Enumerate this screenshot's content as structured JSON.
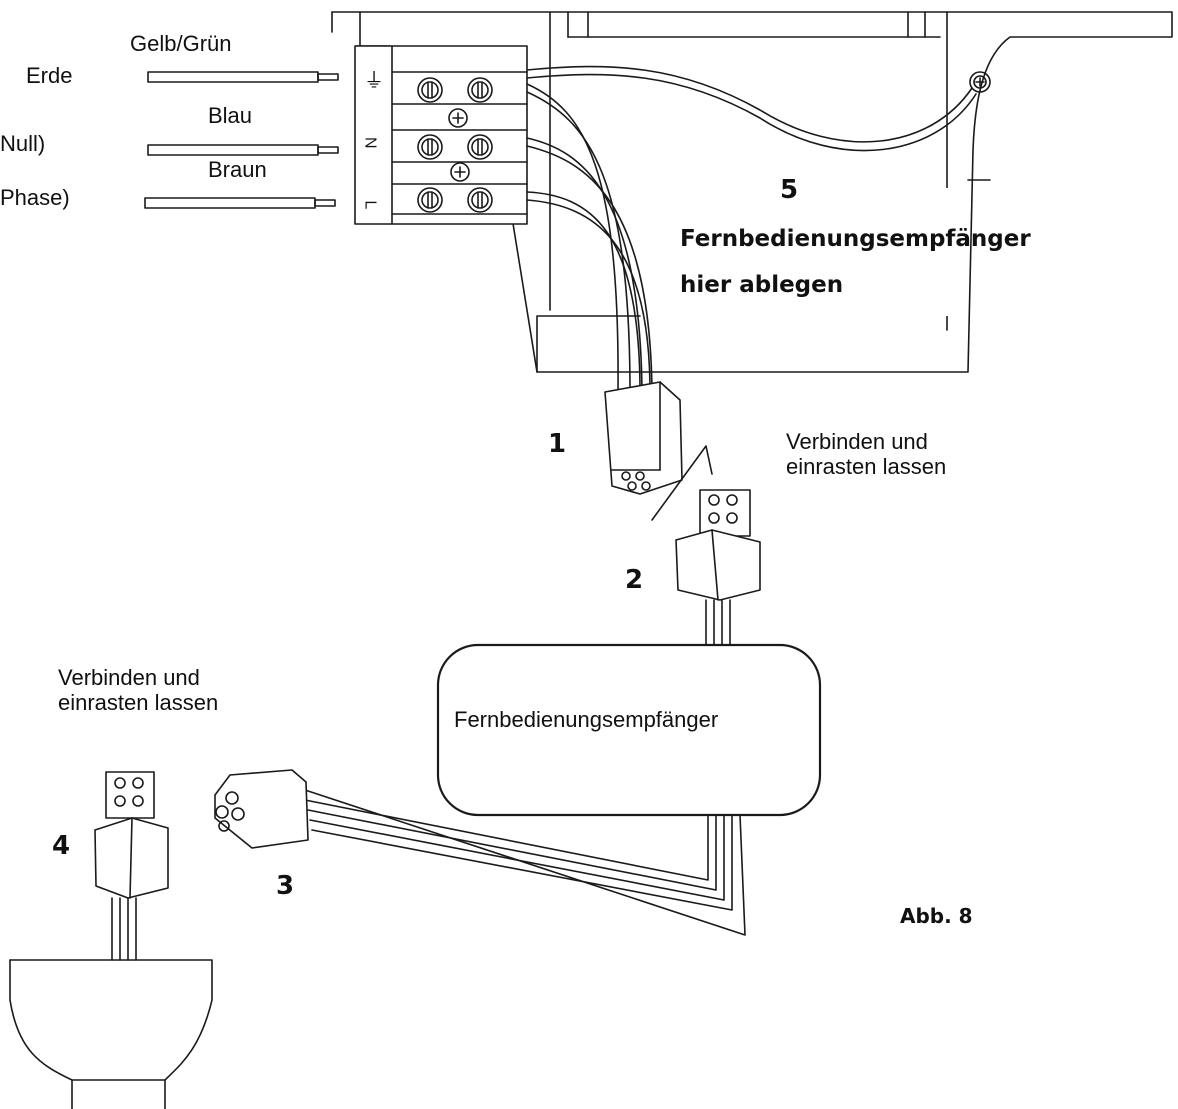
{
  "wires": {
    "earth_colour": "Gelb/Grün",
    "earth_name": "Erde",
    "neutral_colour": "Blau",
    "neutral_name": "Null)",
    "live_colour": "Braun",
    "live_name": "Phase)"
  },
  "terminal_marks": {
    "earth": "⏚",
    "neutral": "N",
    "live": "L"
  },
  "steps": {
    "s1": "1",
    "s2": "2",
    "s3": "3",
    "s4": "4",
    "s5": "5"
  },
  "placement": {
    "line1": "Fernbedienungsempfänger",
    "line2": "hier ablegen"
  },
  "connect_label_right": {
    "line1": "Verbinden und",
    "line2": "einrasten lassen"
  },
  "connect_label_left": {
    "line1": "Verbinden und",
    "line2": "einrasten lassen"
  },
  "receiver_label": "Fernbedienungsempfänger",
  "figure_label": "Abb. 8",
  "colors": {
    "line": "#1a1a1a",
    "background": "#ffffff"
  }
}
